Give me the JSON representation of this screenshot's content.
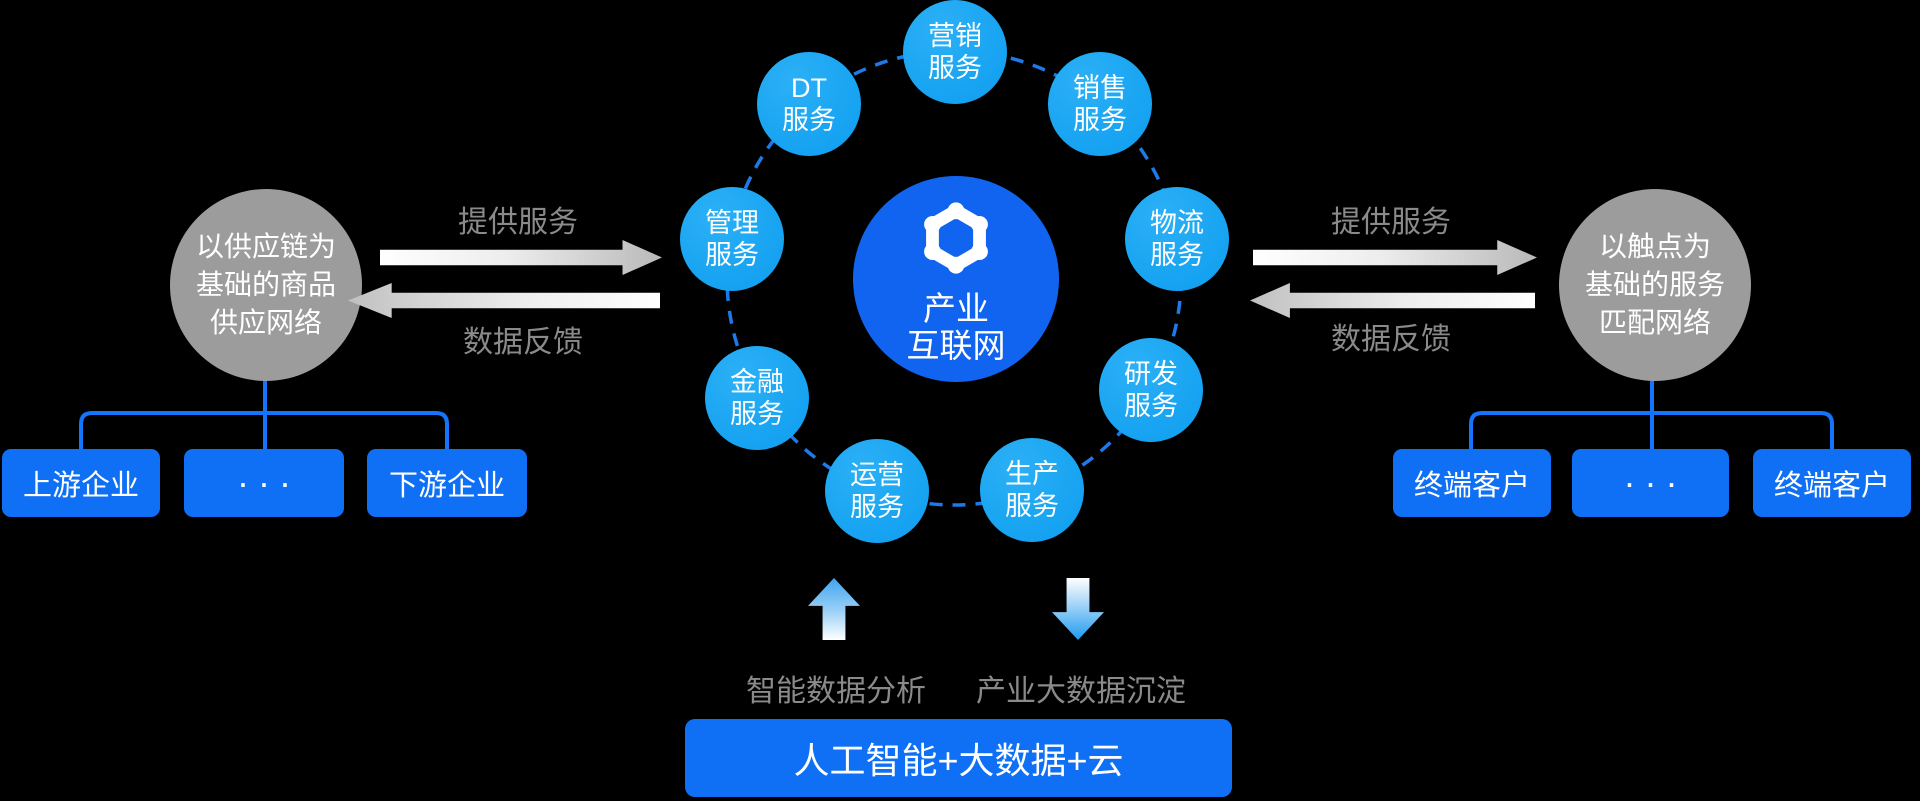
{
  "colors": {
    "background": "#000000",
    "satellite_blue": "#12A2F2",
    "center_blue": "#1164EF",
    "box_blue": "#0F70F6",
    "connector_blue": "#1474FB",
    "dashed_ring_blue": "#1E79E9",
    "hub_gray": "#9C9C9C",
    "label_gray": "#8A8A8A"
  },
  "center_node": {
    "icon": "hex-network-icon",
    "line1": "产业",
    "line2": "互联网"
  },
  "satellites": [
    {
      "id": "marketing",
      "line1": "营销",
      "line2": "服务"
    },
    {
      "id": "sales",
      "line1": "销售",
      "line2": "服务"
    },
    {
      "id": "logistics",
      "line1": "物流",
      "line2": "服务"
    },
    {
      "id": "rd",
      "line1": "研发",
      "line2": "服务"
    },
    {
      "id": "production",
      "line1": "生产",
      "line2": "服务"
    },
    {
      "id": "operations",
      "line1": "运营",
      "line2": "服务"
    },
    {
      "id": "finance",
      "line1": "金融",
      "line2": "服务"
    },
    {
      "id": "management",
      "line1": "管理",
      "line2": "服务"
    },
    {
      "id": "dt",
      "line1": "DT",
      "line2": "服务"
    }
  ],
  "left_group": {
    "hub_line1": "以供应链为",
    "hub_line2": "基础的商品",
    "hub_line3": "供应网络",
    "provide_label": "提供服务",
    "feedback_label": "数据反馈",
    "box1": "上游企业",
    "box2": "···",
    "box3": "下游企业"
  },
  "right_group": {
    "hub_line1": "以触点为",
    "hub_line2": "基础的服务",
    "hub_line3": "匹配网络",
    "provide_label": "提供服务",
    "feedback_label": "数据反馈",
    "box1": "终端客户",
    "box2": "···",
    "box3": "终端客户"
  },
  "bottom": {
    "up_label": "智能数据分析",
    "down_label": "产业大数据沉淀",
    "bar_label": "人工智能+大数据+云"
  }
}
